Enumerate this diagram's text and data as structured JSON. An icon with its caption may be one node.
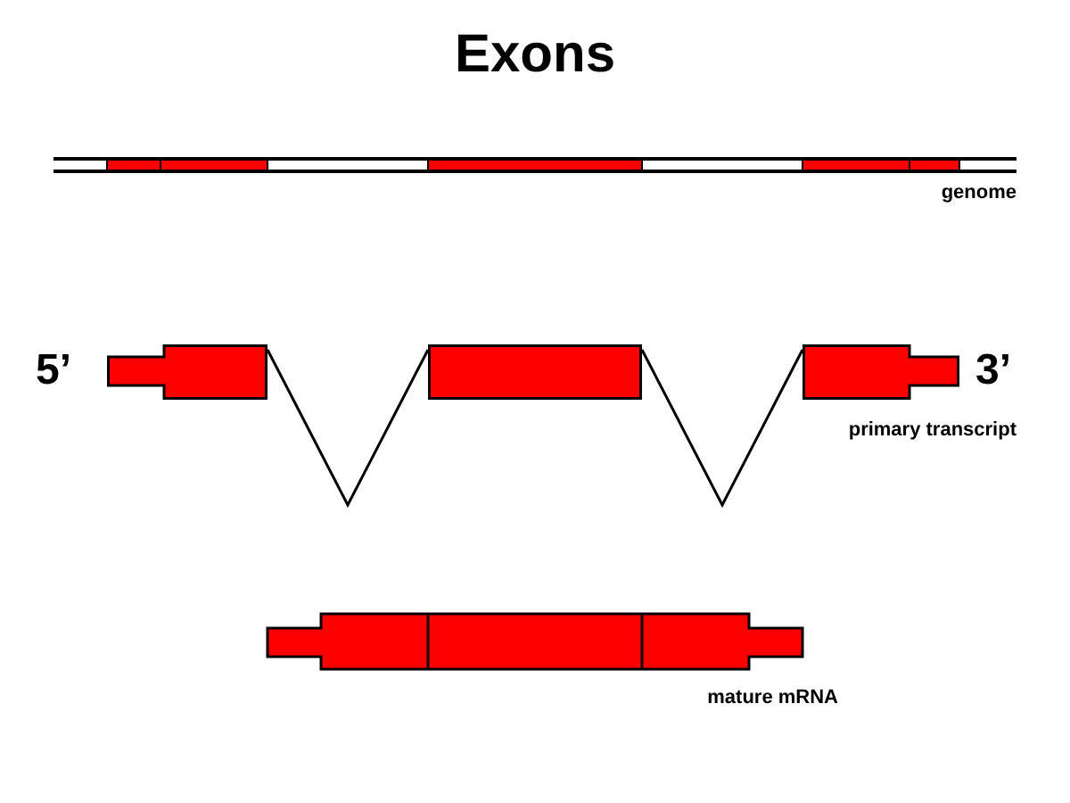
{
  "diagram": {
    "title": "Exons",
    "nodes": [
      {
        "text": [],
        "shape": "box"
      },
      {
        "text": [],
        "shape": "box"
      },
      {
        "text": [],
        "shape": "box"
      }
    ],
    "edges": [
      {
        "from": 0,
        "to": 1,
        "arrow": "none"
      },
      {
        "from": 1,
        "to": 2,
        "arrow": "none"
      }
    ],
    "labels": [
      "genome",
      "5’",
      "3’",
      "primary transcript",
      "mature mRNA"
    ]
  }
}
